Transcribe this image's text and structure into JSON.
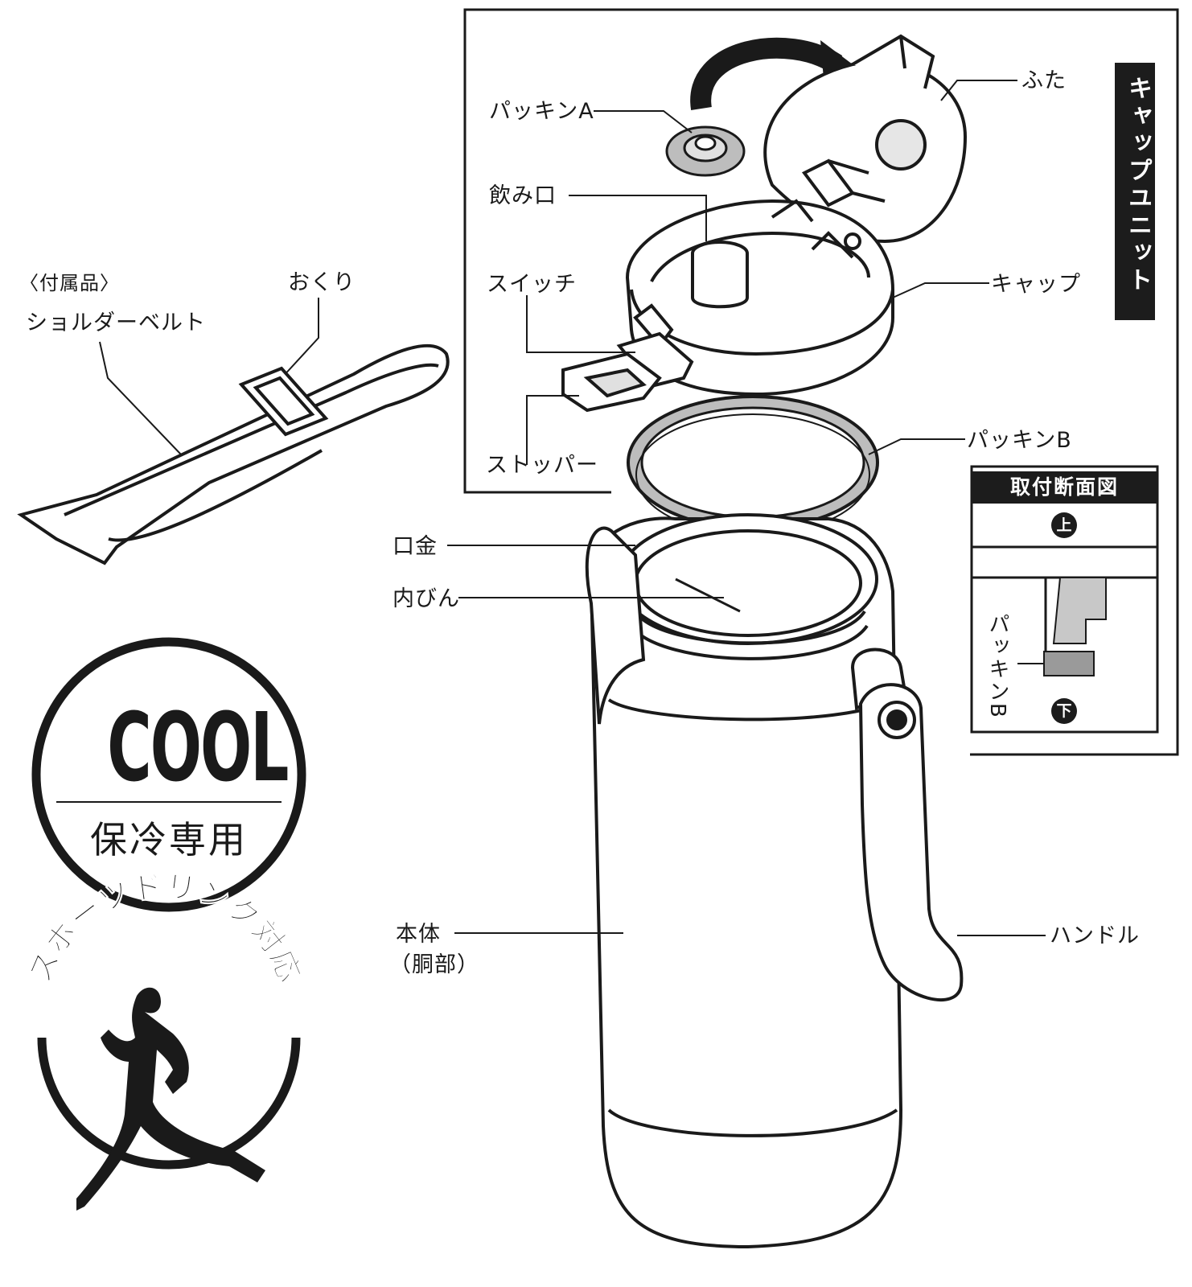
{
  "labels": {
    "lid": "ふた",
    "gasket_a": "パッキンA",
    "mouthpiece": "飲み口",
    "switch": "スイッチ",
    "cap": "キャップ",
    "stopper": "ストッパー",
    "gasket_b": "パッキンB",
    "mouth_ring": "口金",
    "inner_bottle": "内びん",
    "body_line1": "本体",
    "body_line2": "（胴部）",
    "handle": "ハンドル",
    "accessory": "〈付属品〉",
    "shoulder_belt": "ショルダーベルト",
    "buckle": "おくり"
  },
  "cap_unit": {
    "title": "キャップユニット"
  },
  "cross_section": {
    "title": "取付断面図",
    "top_badge": "上",
    "bottom_badge": "下",
    "gasket_label": "パッキンB"
  },
  "cool_badge": {
    "title": "COOL",
    "subtitle": "保冷専用"
  },
  "sports_badge": {
    "arc_text": "スポーツドリンク対応"
  },
  "colors": {
    "ink": "#1a1a1a",
    "gray_fill": "#c8c8c8",
    "panel_dark": "#1c1c1c"
  }
}
